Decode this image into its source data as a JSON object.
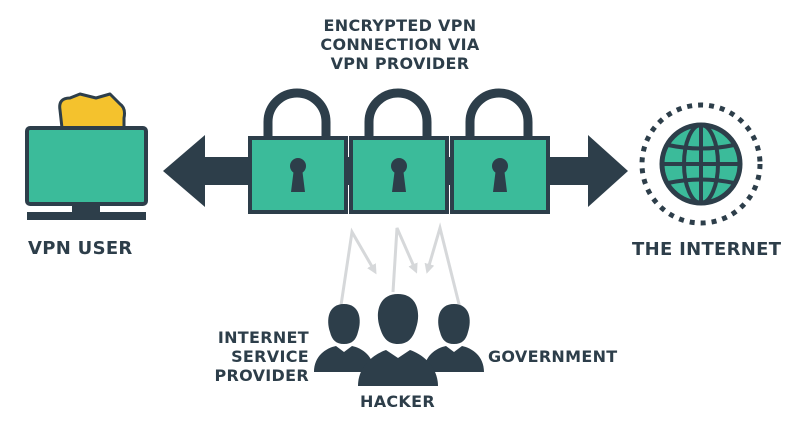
{
  "colors": {
    "dark": "#2d3e4a",
    "teal": "#3bbb9a",
    "yellow": "#f4c22d",
    "gray_arrow": "#d6d8da"
  },
  "labels": {
    "encrypted_line1": "ENCRYPTED VPN",
    "encrypted_line2": "CONNECTION VIA",
    "encrypted_line3": "VPN PROVIDER",
    "vpn_user": "VPN USER",
    "the_internet": "THE INTERNET",
    "isp_line1": "INTERNET",
    "isp_line2": "SERVICE",
    "isp_line3": "PROVIDER",
    "government": "GOVERNMENT",
    "hacker": "HACKER"
  },
  "icons": {
    "user": "desktop-monitor-with-person-icon",
    "lock": "padlock-icon",
    "internet": "globe-icon",
    "people": "people-silhouette-icon"
  }
}
